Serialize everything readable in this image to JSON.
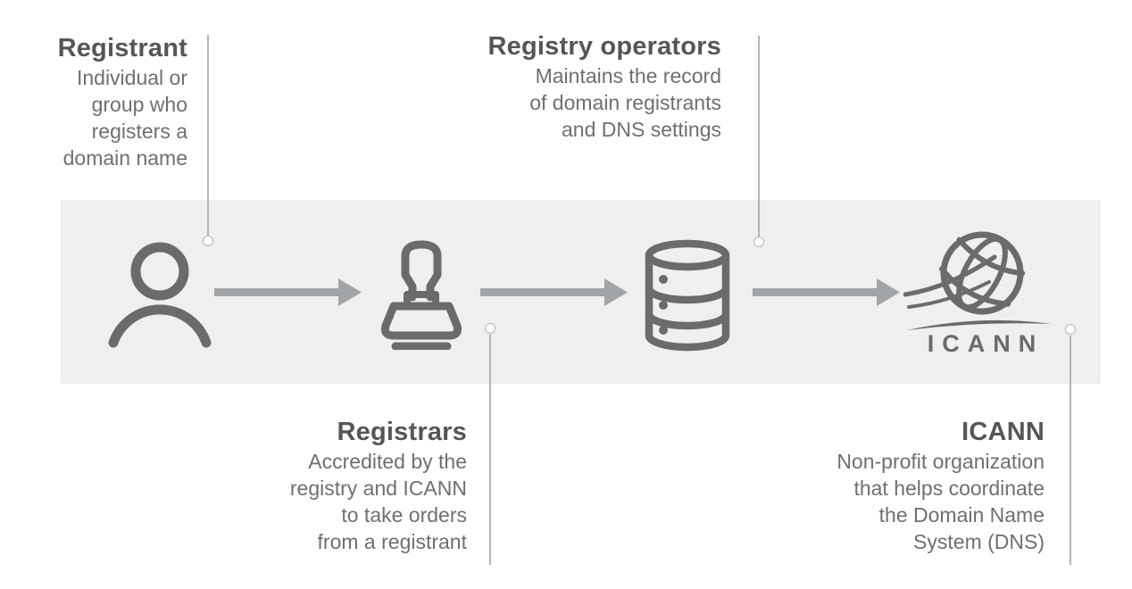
{
  "diagram": {
    "background_color": "#ffffff",
    "band_color": "#f0efee",
    "icon_color": "#6b6b6d",
    "arrow_color": "#a2a5a7",
    "leader_color": "#b4b4b4",
    "title_color": "#565659",
    "body_color": "#6e6f72"
  },
  "callouts": {
    "registrant": {
      "title": "Registrant",
      "lines": [
        "Individual or",
        "group who",
        "registers a",
        "domain name"
      ]
    },
    "registry_operators": {
      "title": "Registry operators",
      "lines": [
        "Maintains the record",
        "of domain registrants",
        "and DNS settings"
      ]
    },
    "registrars": {
      "title": "Registrars",
      "lines": [
        "Accredited by the",
        "registry and ICANN",
        "to take orders",
        "from a registrant"
      ]
    },
    "icann": {
      "title": "ICANN",
      "lines": [
        "Non-profit organization",
        "that helps coordinate",
        "the Domain Name",
        "System (DNS)"
      ]
    }
  },
  "nodes": [
    {
      "icon": "person-icon",
      "entity": "Registrant"
    },
    {
      "icon": "stamp-icon",
      "entity": "Registrars"
    },
    {
      "icon": "database-icon",
      "entity": "Registry operators"
    },
    {
      "icon": "icann-logo",
      "entity": "ICANN"
    }
  ],
  "flow": [
    "Registrant",
    "Registrars",
    "Registry operators",
    "ICANN"
  ],
  "logo": {
    "wordmark": "ICANN"
  }
}
